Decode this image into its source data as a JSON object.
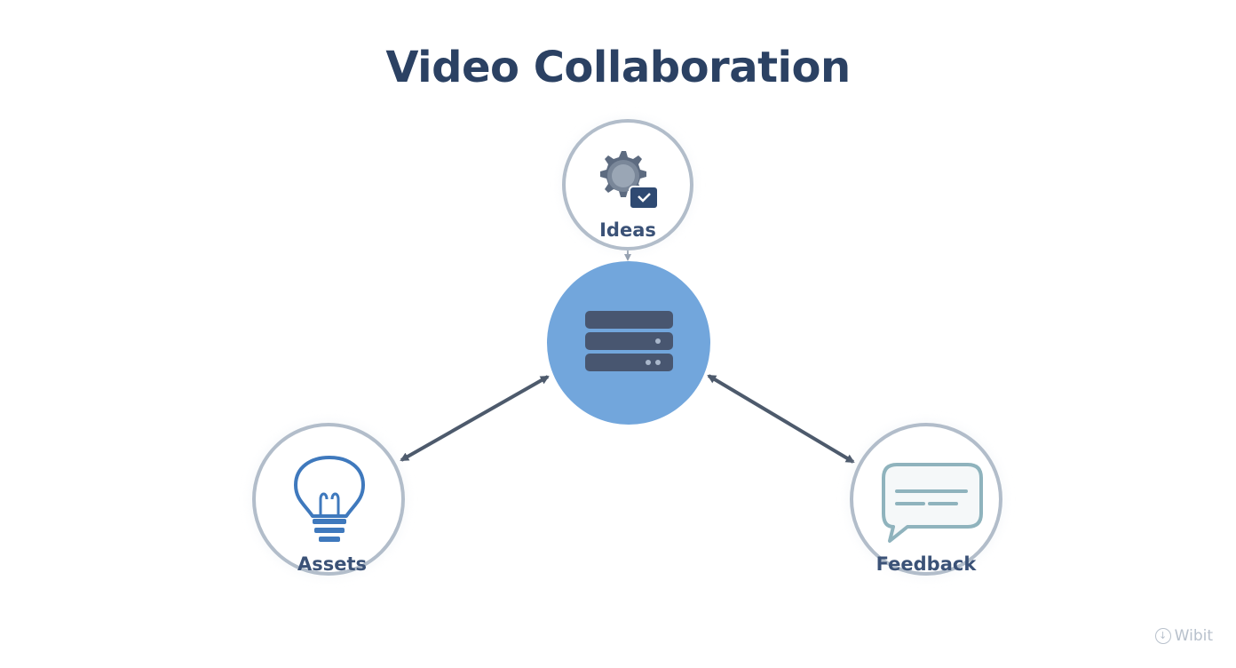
{
  "title": "Video Collaboration",
  "nodes": {
    "ideas": {
      "label": "Ideas",
      "icon": "gear-check-icon"
    },
    "hub": {
      "label": "",
      "icon": "server-icon"
    },
    "assets": {
      "label": "Assets",
      "icon": "lightbulb-icon"
    },
    "feedback": {
      "label": "Feedback",
      "icon": "chat-bubble-icon"
    }
  },
  "watermark": "Wibit",
  "colors": {
    "title": "#2b4163",
    "hub_fill": "#72a6dc",
    "ring": "#b2bdca",
    "arrow": "#4d5a6c",
    "icon_dark": "#4c5970",
    "icon_blue": "#3f79bd",
    "icon_teal": "#8fb3bd"
  }
}
